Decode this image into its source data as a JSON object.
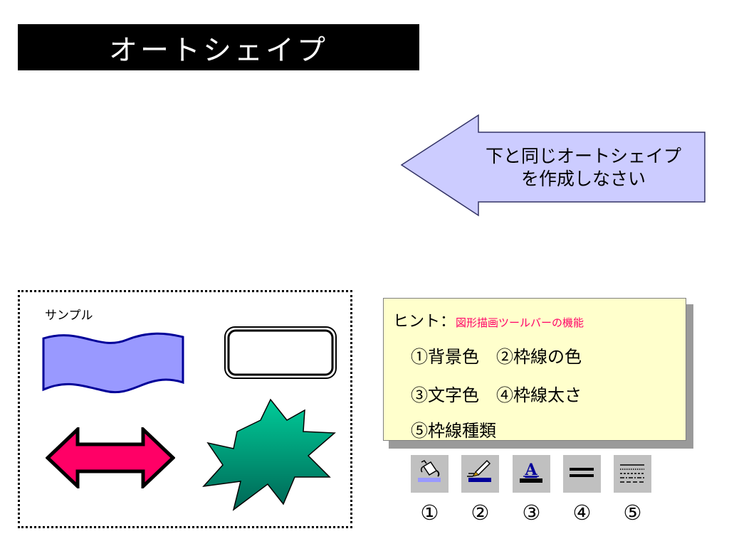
{
  "title": "オートシェイプ",
  "instruction": {
    "line1": "下と同じオートシェイプ",
    "line2": "を作成しなさい"
  },
  "sample": {
    "label": "サンプル",
    "shapes": [
      {
        "name": "wave",
        "fill": "#9999ff",
        "stroke": "#000099"
      },
      {
        "name": "rounded-rectangle",
        "fill": "#ffffff",
        "stroke": "#000000"
      },
      {
        "name": "left-right-arrow",
        "fill": "#ff0066",
        "stroke": "#000000"
      },
      {
        "name": "explosion",
        "fill": "#00cc99",
        "stroke": "#000000"
      }
    ]
  },
  "hint": {
    "title": "ヒント：",
    "subtitle": "図形描画ツールバーの機能",
    "lines": [
      "①背景色　②枠線の色",
      "③文字色　④枠線太さ",
      "⑤枠線種類"
    ]
  },
  "toolbar": {
    "buttons": [
      {
        "icon": "fill-color-icon",
        "number": "①"
      },
      {
        "icon": "line-color-icon",
        "number": "②"
      },
      {
        "icon": "font-color-icon",
        "number": "③"
      },
      {
        "icon": "line-style-icon",
        "number": "④"
      },
      {
        "icon": "dash-style-icon",
        "number": "⑤"
      }
    ]
  },
  "colors": {
    "title_bg": "#000000",
    "callout_fill": "#ccccff",
    "hint_bg": "#ffffcc",
    "hint_sub": "#ff0066",
    "button_bg": "#c0c0c0"
  }
}
